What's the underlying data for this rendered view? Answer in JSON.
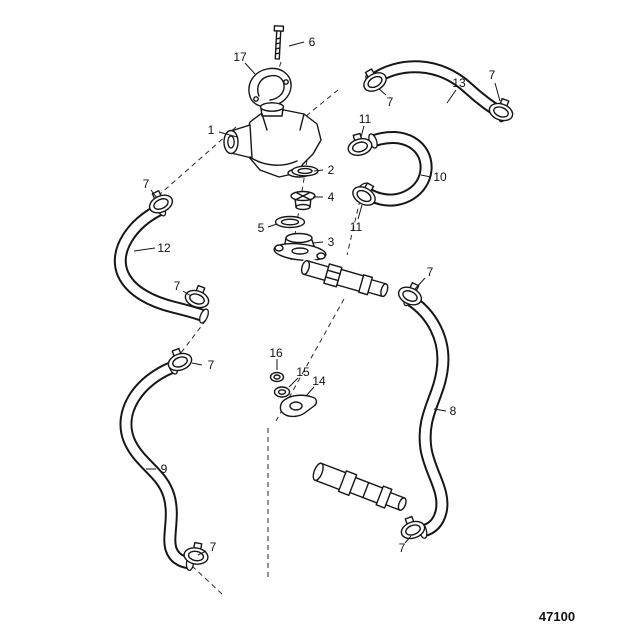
{
  "figure": {
    "drawing_number": "47100"
  },
  "callouts": [
    {
      "label": "6"
    },
    {
      "label": "17"
    },
    {
      "label": "13"
    },
    {
      "label": "7"
    },
    {
      "label": "7"
    },
    {
      "label": "1"
    },
    {
      "label": "11"
    },
    {
      "label": "2"
    },
    {
      "label": "10"
    },
    {
      "label": "4"
    },
    {
      "label": "11"
    },
    {
      "label": "7"
    },
    {
      "label": "5"
    },
    {
      "label": "3"
    },
    {
      "label": "12"
    },
    {
      "label": "7"
    },
    {
      "label": "7"
    },
    {
      "label": "7"
    },
    {
      "label": "16"
    },
    {
      "label": "15"
    },
    {
      "label": "14"
    },
    {
      "label": "8"
    },
    {
      "label": "9"
    },
    {
      "label": "7"
    },
    {
      "label": "7"
    }
  ]
}
